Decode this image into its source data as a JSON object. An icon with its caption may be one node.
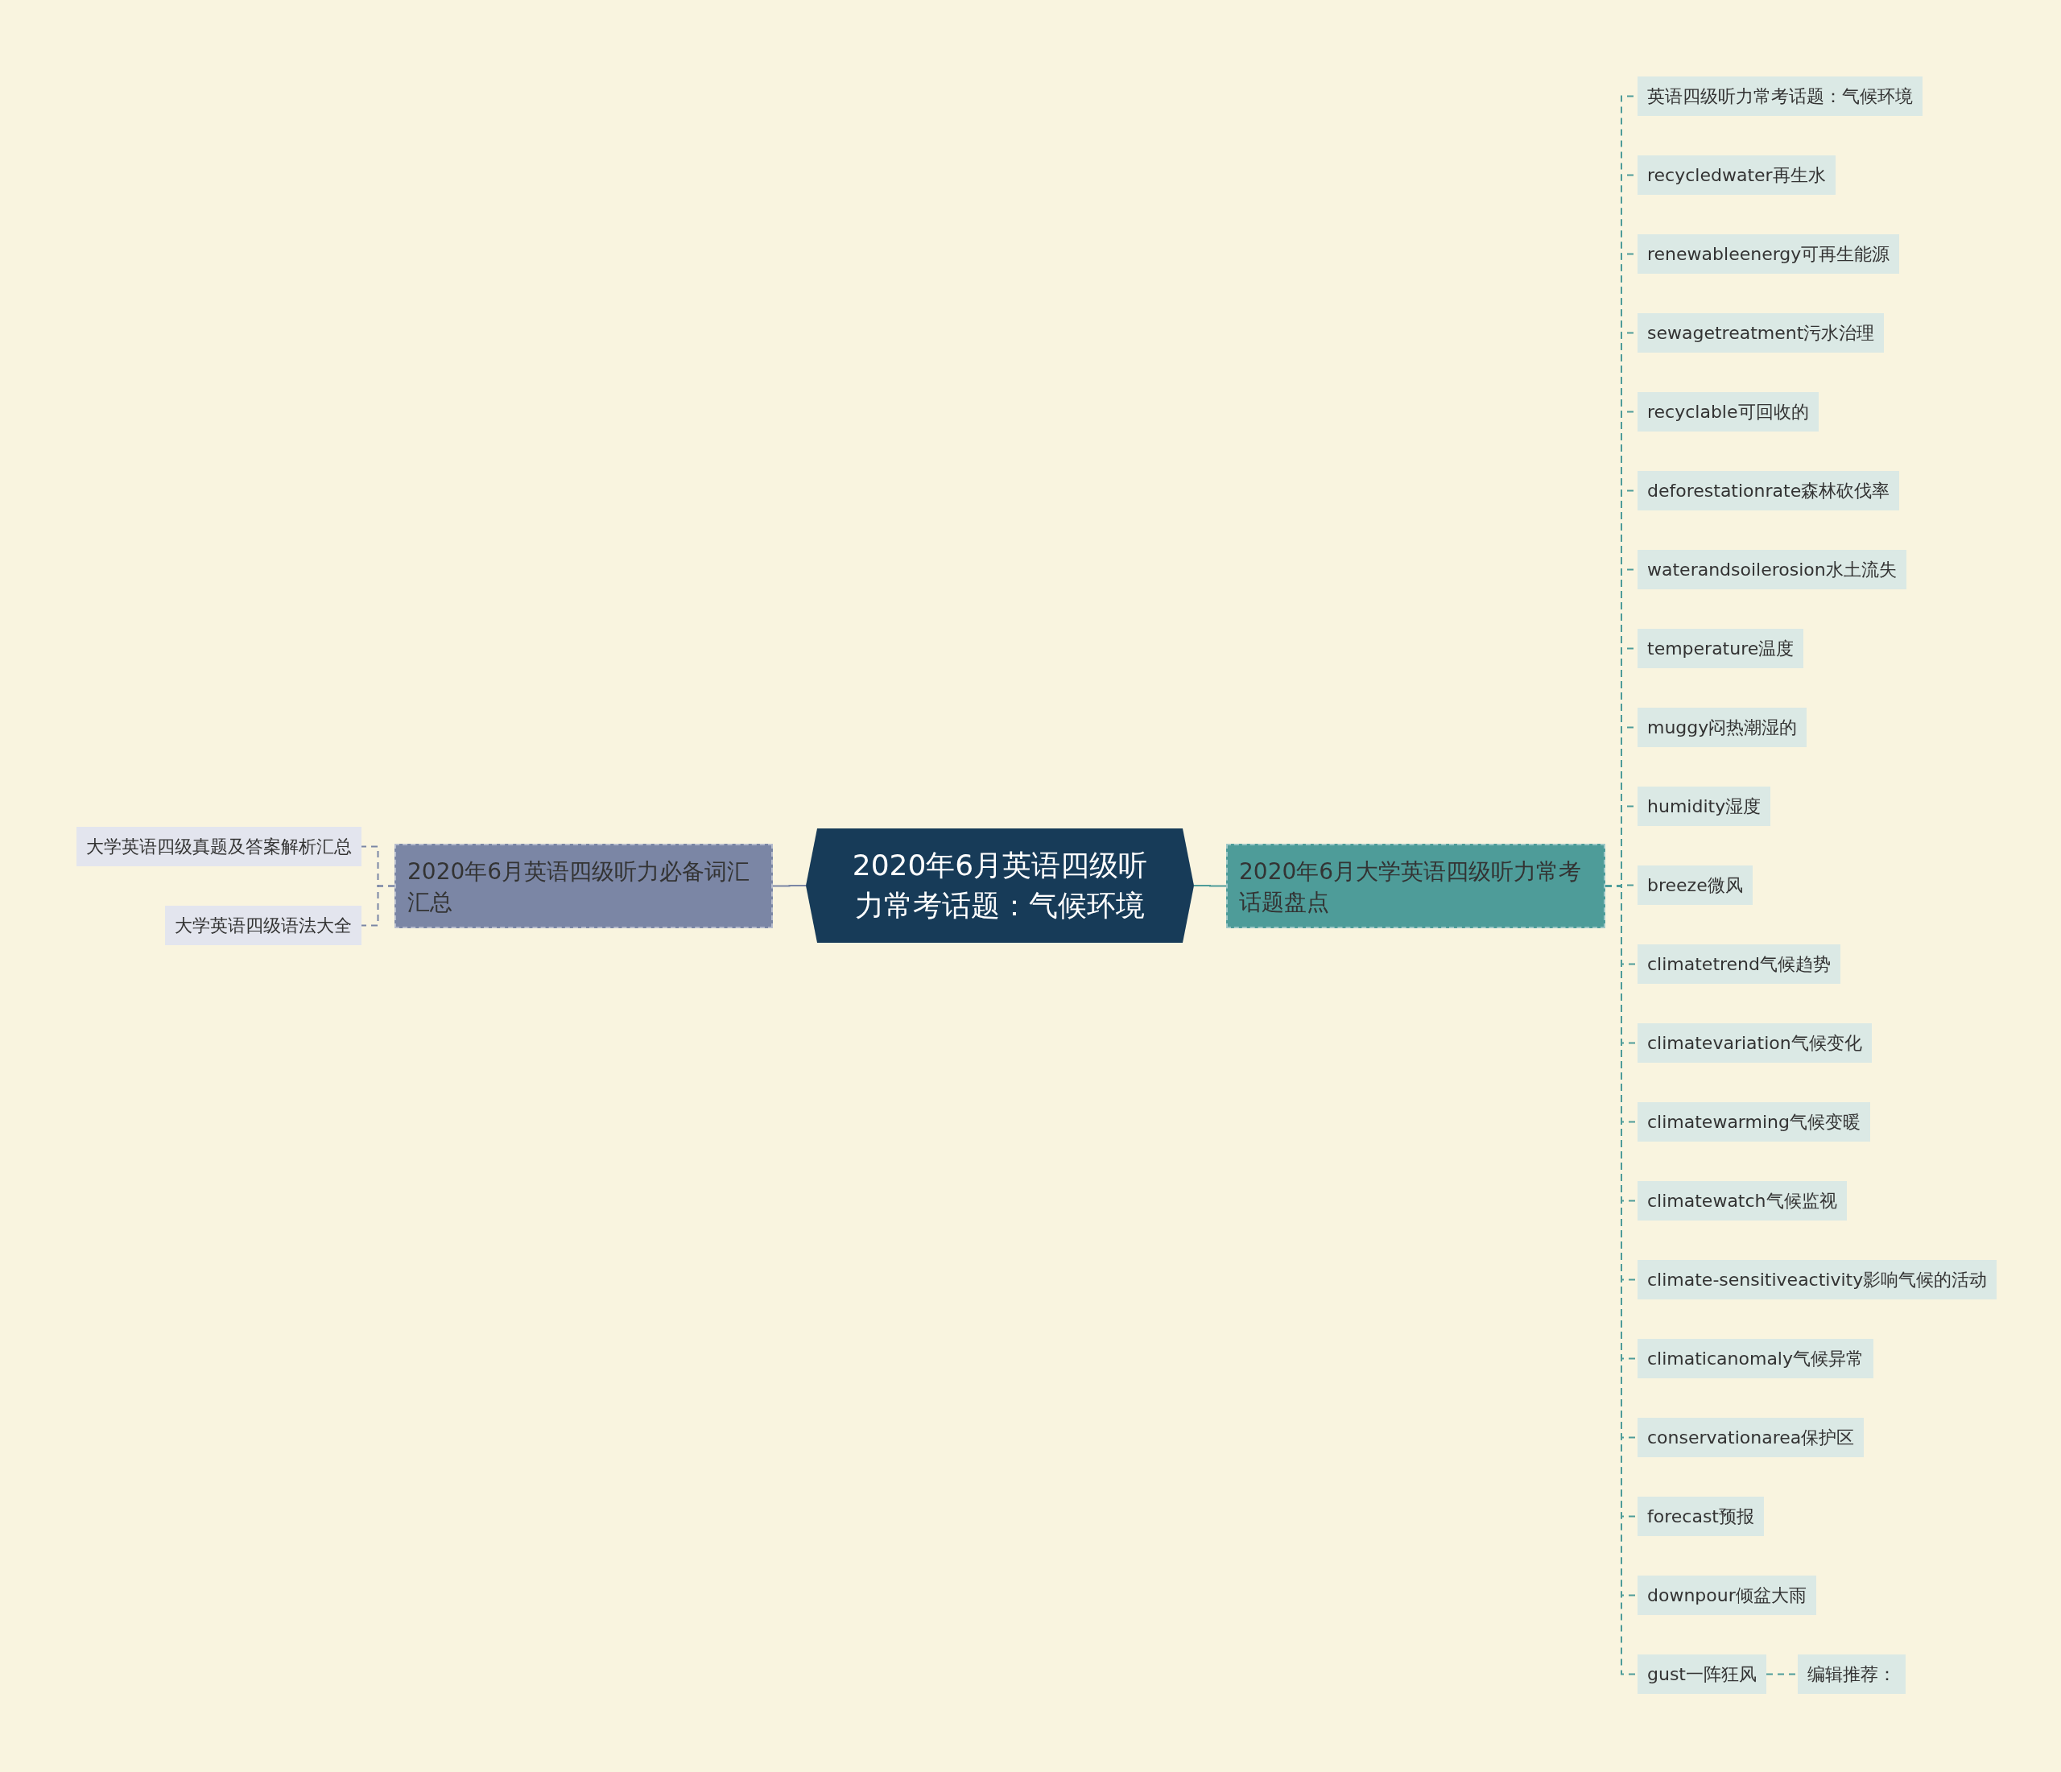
{
  "diagram": {
    "nodes": [
      {
        "text": [
          "2020年6月英语四级听力常考话题：气候环境"
        ]
      },
      {
        "text": [
          "2020年6月英语四级听力必备词汇汇总"
        ]
      },
      {
        "text": [
          "大学英语四级真题及答案解析汇总"
        ]
      },
      {
        "text": [
          "大学英语四级语法大全"
        ]
      },
      {
        "text": [
          "2020年6月大学英语四级听力常考话题盘点"
        ]
      },
      {
        "text": [
          "英语四级听力常考话题：气候环境"
        ]
      },
      {
        "text": [
          "recycledwater再生水"
        ]
      },
      {
        "text": [
          "renewableenergy可再生能源"
        ]
      },
      {
        "text": [
          "sewagetreatment污水治理"
        ]
      },
      {
        "text": [
          "recyclable可回收的"
        ]
      },
      {
        "text": [
          "deforestationrate森林砍伐率"
        ]
      },
      {
        "text": [
          "waterandsoilerosion水土流失"
        ]
      },
      {
        "text": [
          "temperature温度"
        ]
      },
      {
        "text": [
          "muggy闷热潮湿的"
        ]
      },
      {
        "text": [
          "humidity湿度"
        ]
      },
      {
        "text": [
          "breeze微风"
        ]
      },
      {
        "text": [
          "climatetrend气候趋势"
        ]
      },
      {
        "text": [
          "climatevariation气候变化"
        ]
      },
      {
        "text": [
          "climatewarming气候变暖"
        ]
      },
      {
        "text": [
          "climatewatch气候监视"
        ]
      },
      {
        "text": [
          "climate-sensitiveactivity影响气候的活动"
        ]
      },
      {
        "text": [
          "climaticanomaly气候异常"
        ]
      },
      {
        "text": [
          "conservationarea保护区"
        ]
      },
      {
        "text": [
          "forecast预报"
        ]
      },
      {
        "text": [
          "downpour倾盆大雨"
        ]
      },
      {
        "text": [
          "gust一阵狂风"
        ]
      },
      {
        "text": [
          "编辑推荐："
        ]
      }
    ],
    "edges": [
      {
        "from": 0,
        "to": 1,
        "arrow": "none",
        "color": "#7b86a5"
      },
      {
        "from": 0,
        "to": 4,
        "arrow": "none"
      },
      {
        "from": 1,
        "to": 2,
        "arrow": "none",
        "style": "dashed",
        "color": "#7b86a5"
      },
      {
        "from": 1,
        "to": 3,
        "arrow": "none",
        "style": "dashed",
        "color": "#7b86a5"
      },
      {
        "from": 4,
        "to": 5,
        "arrow": "none",
        "style": "dashed"
      },
      {
        "from": 4,
        "to": 6,
        "arrow": "none",
        "style": "dashed"
      },
      {
        "from": 4,
        "to": 7,
        "arrow": "none",
        "style": "dashed"
      },
      {
        "from": 4,
        "to": 8,
        "arrow": "none",
        "style": "dashed"
      },
      {
        "from": 4,
        "to": 9,
        "arrow": "none",
        "style": "dashed"
      },
      {
        "from": 4,
        "to": 10,
        "arrow": "none",
        "style": "dashed"
      },
      {
        "from": 4,
        "to": 11,
        "arrow": "none",
        "style": "dashed"
      },
      {
        "from": 4,
        "to": 12,
        "arrow": "none",
        "style": "dashed"
      },
      {
        "from": 4,
        "to": 13,
        "arrow": "none",
        "style": "dashed"
      },
      {
        "from": 4,
        "to": 14,
        "arrow": "none",
        "style": "dashed"
      },
      {
        "from": 4,
        "to": 15,
        "arrow": "none",
        "style": "dashed"
      },
      {
        "from": 4,
        "to": 16,
        "arrow": "none",
        "style": "dashed"
      },
      {
        "from": 4,
        "to": 17,
        "arrow": "none",
        "style": "dashed"
      },
      {
        "from": 4,
        "to": 18,
        "arrow": "none",
        "style": "dashed"
      },
      {
        "from": 4,
        "to": 19,
        "arrow": "none",
        "style": "dashed"
      },
      {
        "from": 4,
        "to": 20,
        "arrow": "none",
        "style": "dashed"
      },
      {
        "from": 4,
        "to": 21,
        "arrow": "none",
        "style": "dashed"
      },
      {
        "from": 4,
        "to": 22,
        "arrow": "none",
        "style": "dashed"
      },
      {
        "from": 4,
        "to": 23,
        "arrow": "none",
        "style": "dashed"
      },
      {
        "from": 4,
        "to": 24,
        "arrow": "none",
        "style": "dashed"
      },
      {
        "from": 4,
        "to": 25,
        "arrow": "none",
        "style": "dashed"
      },
      {
        "from": 25,
        "to": 26,
        "arrow": "none",
        "style": "dashed"
      }
    ]
  }
}
